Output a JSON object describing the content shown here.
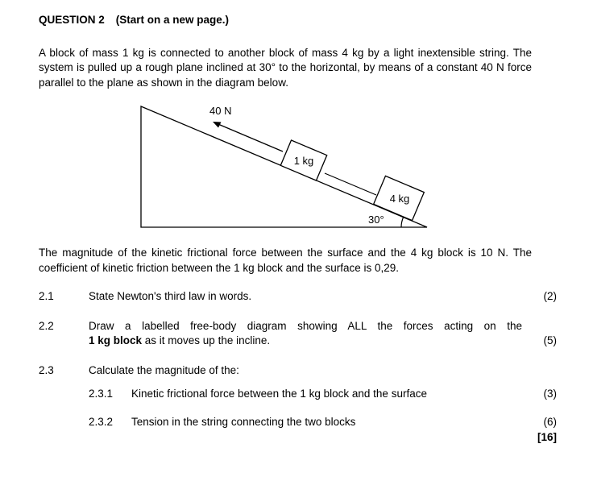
{
  "title": {
    "main": "QUESTION 2",
    "sub": "(Start on a new page.)"
  },
  "intro_paragraph": "A block of mass 1 kg is connected to another block of mass 4 kg by a light inextensible string. The system is pulled up a rough plane inclined at 30° to the horizontal, by means of a constant 40 N force parallel to the plane as shown in the diagram below.",
  "diagram": {
    "force_label": "40 N",
    "block1_label": "1 kg",
    "block2_label": "4 kg",
    "angle_label": "30°"
  },
  "friction_paragraph": "The magnitude of the kinetic frictional force between the surface and the 4 kg block is 10 N. The coefficient of kinetic friction between the 1 kg block and the surface is 0,29.",
  "questions": {
    "q21": {
      "number": "2.1",
      "text": "State Newton's third law in words.",
      "marks": "(2)"
    },
    "q22": {
      "number": "2.2",
      "part1": "Draw a labelled free-body diagram showing ALL the forces acting on the",
      "bold": "1 kg block",
      "part2": " as it moves up the incline.",
      "marks": "(5)"
    },
    "q23": {
      "number": "2.3",
      "text": "Calculate the magnitude of the:"
    },
    "q231": {
      "number": "2.3.1",
      "text": "Kinetic frictional force between the 1 kg block and the surface",
      "marks": "(3)"
    },
    "q232": {
      "number": "2.3.2",
      "text": "Tension in the string connecting the two blocks",
      "marks": "(6)",
      "total": "[16]"
    }
  }
}
